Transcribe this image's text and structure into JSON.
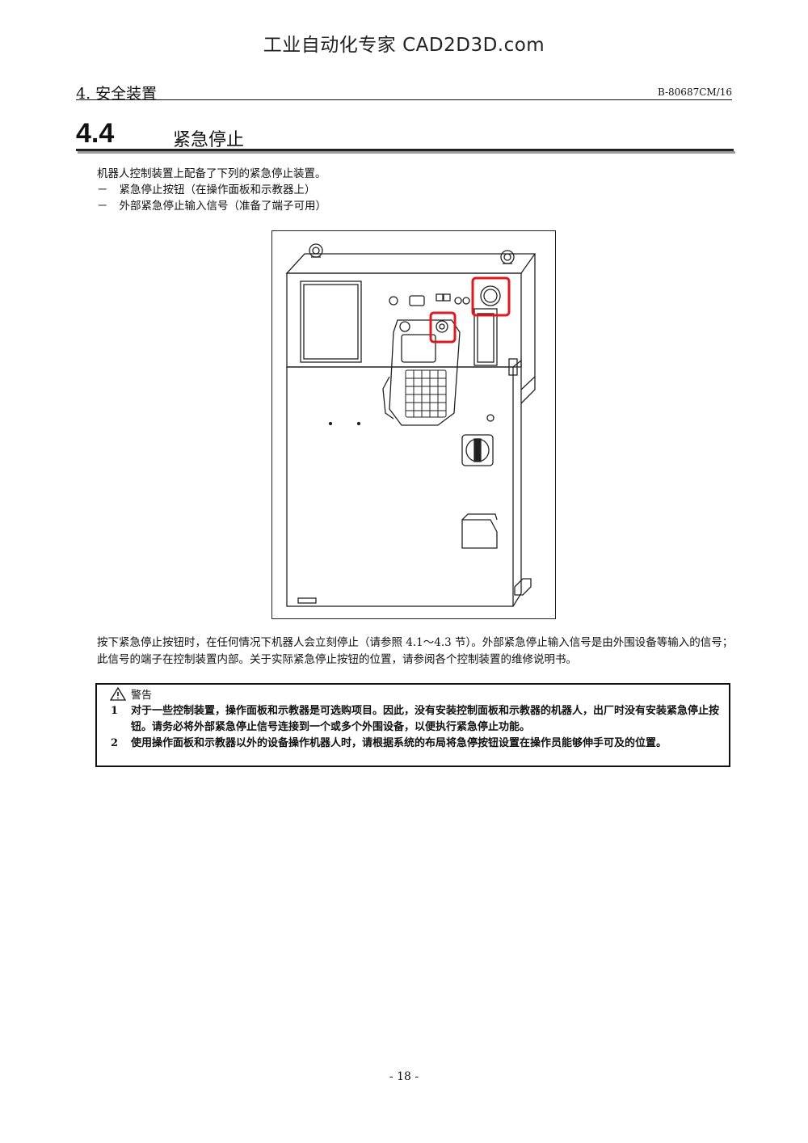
{
  "watermark": "工业自动化专家 CAD2D3D.com",
  "header": {
    "section": "4. 安全装置",
    "doc_code": "B-80687CM/16"
  },
  "section": {
    "number": "4.4",
    "title": "紧急停止"
  },
  "intro": {
    "line1": "机器人控制装置上配备了下列的紧急停止装置。",
    "items": [
      {
        "bullet": "－",
        "text": "紧急停止按钮（在操作面板和示教器上）"
      },
      {
        "bullet": "－",
        "text": "外部紧急停止输入信号（准备了端子可用）"
      }
    ]
  },
  "body": {
    "paragraph": "按下紧急停止按钮时，在任何情况下机器人会立刻停止（请参照 4.1～4.3 节）。外部紧急停止输入信号是由外围设备等输入的信号；此信号的端子在控制装置内部。关于实际紧急停止按钮的位置，请参阅各个控制装置的维修说明书。"
  },
  "warning": {
    "title": "警告",
    "icon": "warning-triangle-icon",
    "items": [
      {
        "num": "1",
        "text": "对于一些控制装置，操作面板和示教器是可选购项目。因此，没有安装控制面板和示教器的机器人，出厂时没有安装紧急停止按钮。请务必将外部紧急停止信号连接到一个或多个外围设备，以便执行紧急停止功能。"
      },
      {
        "num": "2",
        "text": "使用操作面板和示教器以外的设备操作机器人时，请根据系统的布局将急停按钮设置在操作员能够伸手可及的位置。"
      }
    ]
  },
  "page_number": "- 18 -",
  "colors": {
    "highlight": "#e0191e",
    "rule": "#222222"
  }
}
